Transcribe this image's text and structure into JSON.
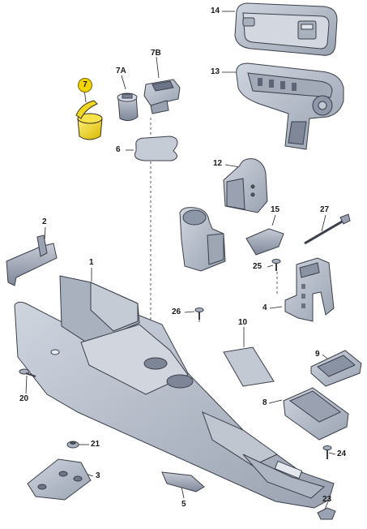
{
  "callouts": {
    "c1": "1",
    "c2": "2",
    "c3": "3",
    "c4": "4",
    "c5": "5",
    "c6": "6",
    "c7": "7",
    "c7a": "7A",
    "c7b": "7B",
    "c8": "8",
    "c9": "9",
    "c10": "10",
    "c12": "12",
    "c13": "13",
    "c14": "14",
    "c15": "15",
    "c20": "20",
    "c21": "21",
    "c23": "23",
    "c24": "24",
    "c25": "25",
    "c26": "26",
    "c27": "27"
  },
  "colors": {
    "part_fill": "#b9c0cd",
    "part_dark": "#8a93a4",
    "part_outline": "#3a3f4a",
    "highlight": "#f2d400",
    "leader": "#222222"
  }
}
